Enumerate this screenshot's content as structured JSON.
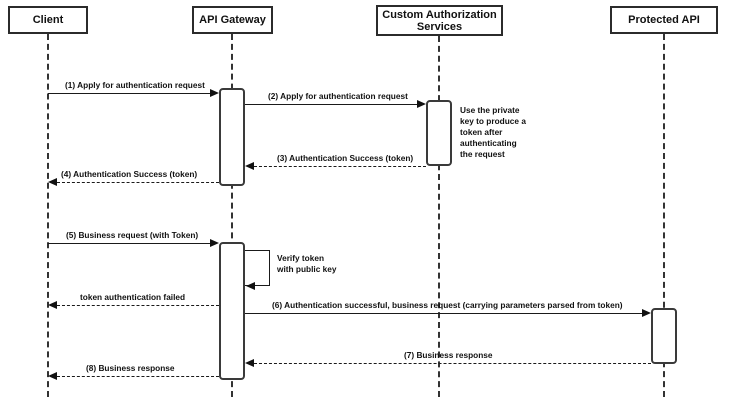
{
  "diagram": {
    "title": "API Gateway token authentication sequence diagram",
    "type": "sequence-diagram",
    "colors": {
      "stroke": "#1a1a1a",
      "box_border": "#2b2b2b",
      "background": "#ffffff"
    },
    "participants": [
      {
        "id": "client",
        "label": "Client"
      },
      {
        "id": "api_gateway",
        "label": "API Gateway"
      },
      {
        "id": "custom_authorization_services",
        "label": "Custom Authorization\nServices"
      },
      {
        "id": "protected_api",
        "label": "Protected API"
      }
    ],
    "messages": [
      {
        "n": "1",
        "label": "(1) Apply for authentication request",
        "from": "client",
        "to": "api_gateway",
        "style": "solid",
        "direction": "right"
      },
      {
        "n": "2",
        "label": "(2) Apply for authentication request",
        "from": "api_gateway",
        "to": "custom_authorization_services",
        "style": "solid",
        "direction": "right"
      },
      {
        "n": "3",
        "label": "(3) Authentication Success (token)",
        "from": "custom_authorization_services",
        "to": "api_gateway",
        "style": "dashed",
        "direction": "left"
      },
      {
        "n": "4",
        "label": "(4) Authentication Success (token)",
        "from": "api_gateway",
        "to": "client",
        "style": "dashed",
        "direction": "left"
      },
      {
        "n": "5",
        "label": "(5) Business request (with Token)",
        "from": "client",
        "to": "api_gateway",
        "style": "solid",
        "direction": "right"
      },
      {
        "n": "",
        "label": "token authentication failed",
        "from": "api_gateway",
        "to": "client",
        "style": "dashed",
        "direction": "left"
      },
      {
        "n": "6",
        "label": "(6) Authentication successful, business request (carrying parameters parsed from token)",
        "from": "api_gateway",
        "to": "protected_api",
        "style": "solid",
        "direction": "right"
      },
      {
        "n": "7",
        "label": "(7) Business response",
        "from": "protected_api",
        "to": "api_gateway",
        "style": "dashed",
        "direction": "left"
      },
      {
        "n": "8",
        "label": "(8) Business response",
        "from": "api_gateway",
        "to": "client",
        "style": "dashed",
        "direction": "left"
      }
    ],
    "notes": [
      {
        "id": "private-key-note",
        "text": "Use the private\nkey to produce a\ntoken after\nauthenticating\nthe request",
        "attached_to": "custom_authorization_services"
      }
    ],
    "self_calls": [
      {
        "id": "verify-token",
        "label": "Verify token\nwith public key",
        "on": "api_gateway"
      }
    ]
  }
}
